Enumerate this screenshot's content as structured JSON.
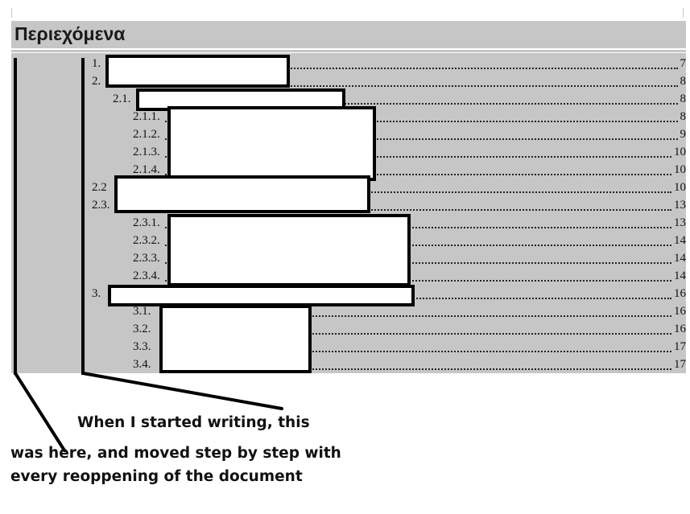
{
  "heading": "Περιεχόμενα",
  "toc": [
    {
      "num": "1.",
      "page": "7"
    },
    {
      "num": "2.",
      "page": "8"
    },
    {
      "num": "2.1.",
      "page": "8"
    },
    {
      "num": "2.1.1.",
      "page": "8"
    },
    {
      "num": "2.1.2.",
      "page": "9"
    },
    {
      "num": "2.1.3.",
      "page": "10"
    },
    {
      "num": "2.1.4.",
      "page": "10"
    },
    {
      "num": "2.2",
      "page": "10"
    },
    {
      "num": "2.3.",
      "page": "13"
    },
    {
      "num": "2.3.1.",
      "page": "13"
    },
    {
      "num": "2.3.2.",
      "page": "14"
    },
    {
      "num": "2.3.3.",
      "page": "14"
    },
    {
      "num": "2.3.4.",
      "page": "14"
    },
    {
      "num": "3.",
      "page": "16"
    },
    {
      "num": "3.1.",
      "page": "16"
    },
    {
      "num": "3.2.",
      "page": "16"
    },
    {
      "num": "3.3.",
      "page": "17"
    },
    {
      "num": "3.4.",
      "page": "17"
    }
  ],
  "annotation": {
    "line1": "When I started writing,  this",
    "line2": "was here, and moved step by step with",
    "line3": "every reoppening of the document"
  },
  "colors": {
    "toc_background": "#c6c6c6",
    "redaction_fill": "#ffffff",
    "annotation_ink": "#000000"
  }
}
